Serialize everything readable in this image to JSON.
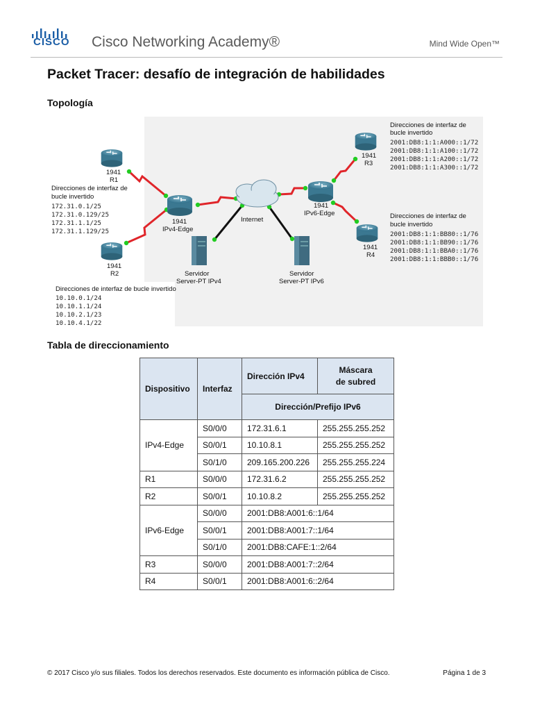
{
  "header": {
    "brand_word": "CISCO",
    "academy": "Cisco Networking Academy®",
    "tagline": "Mind Wide Open™"
  },
  "doc": {
    "title": "Packet Tracer: desafío de integración de habilidades",
    "topology_heading": "Topología",
    "table_heading": "Tabla de direccionamiento"
  },
  "topology": {
    "r1": {
      "model": "1941",
      "name": "R1"
    },
    "r2": {
      "model": "1941",
      "name": "R2"
    },
    "r3": {
      "model": "1941",
      "name": "R3"
    },
    "r4": {
      "model": "1941",
      "name": "R4"
    },
    "ipv4_edge": {
      "model": "1941",
      "name": "IPv4-Edge"
    },
    "ipv6_edge": {
      "model": "1941",
      "name": "IPv6-Edge"
    },
    "internet": "Internet",
    "server_v4": {
      "line1": "Servidor",
      "line2": "Server-PT IPv4"
    },
    "server_v6": {
      "line1": "Servidor",
      "line2": "Server-PT IPv6"
    },
    "r1_box": {
      "title1": "Direcciones de interfaz de",
      "title2": "bucle invertido",
      "addrs": [
        "172.31.0.1/25",
        "172.31.0.129/25",
        "172.31.1.1/25",
        "172.31.1.129/25"
      ]
    },
    "r2_box": {
      "title": "Direcciones de interfaz de bucle invertido",
      "addrs": [
        "10.10.0.1/24",
        "10.10.1.1/24",
        "10.10.2.1/23",
        "10.10.4.1/22"
      ]
    },
    "r3_box": {
      "title1": "Direcciones de interfaz de",
      "title2": "bucle invertido",
      "addrs": [
        "2001:DB8:1:1:A000::1/72",
        "2001:DB8:1:1:A100::1/72",
        "2001:DB8:1:1:A200::1/72",
        "2001:DB8:1:1:A300::1/72"
      ]
    },
    "r4_box": {
      "title1": "Direcciones de interfaz de",
      "title2": "bucle invertido",
      "addrs": [
        "2001:DB8:1:1:BB80::1/76",
        "2001:DB8:1:1:BB90::1/76",
        "2001:DB8:1:1:BBA0::1/76",
        "2001:DB8:1:1:BBB0::1/76"
      ]
    }
  },
  "table": {
    "headers": {
      "device": "Dispositivo",
      "interface": "Interfaz",
      "ipv4": "Dirección IPv4",
      "mask_line1": "Máscara",
      "mask_line2": "de subred",
      "ipv6": "Dirección/Prefijo IPv6"
    },
    "rows": [
      {
        "device": "IPv4-Edge",
        "iface": "S0/0/0",
        "addr": "172.31.6.1",
        "mask": "255.255.255.252"
      },
      {
        "device": "",
        "iface": "S0/0/1",
        "addr": "10.10.8.1",
        "mask": "255.255.255.252"
      },
      {
        "device": "",
        "iface": "S0/1/0",
        "addr": "209.165.200.226",
        "mask": "255.255.255.224"
      },
      {
        "device": "R1",
        "iface": "S0/0/0",
        "addr": "172.31.6.2",
        "mask": "255.255.255.252"
      },
      {
        "device": "R2",
        "iface": "S0/0/1",
        "addr": "10.10.8.2",
        "mask": "255.255.255.252"
      },
      {
        "device": "IPv6-Edge",
        "iface": "S0/0/0",
        "addr": "2001:DB8:A001:6::1/64"
      },
      {
        "device": "",
        "iface": "S0/0/1",
        "addr": "2001:DB8:A001:7::1/64"
      },
      {
        "device": "",
        "iface": "S0/1/0",
        "addr": "2001:DB8:CAFE:1::2/64"
      },
      {
        "device": "R3",
        "iface": "S0/0/0",
        "addr": "2001:DB8:A001:7::2/64"
      },
      {
        "device": "R4",
        "iface": "S0/0/1",
        "addr": "2001:DB8:A001:6::2/64"
      }
    ]
  },
  "footer": {
    "copyright": "© 2017 Cisco y/o sus filiales. Todos los derechos reservados. Este documento es información pública de Cisco.",
    "page": "Página 1 de 3"
  },
  "colors": {
    "serial_link": "#e0252a",
    "endpoint": "#22cc22",
    "brand": "#1a5da6",
    "table_header": "#dbe5f1"
  }
}
